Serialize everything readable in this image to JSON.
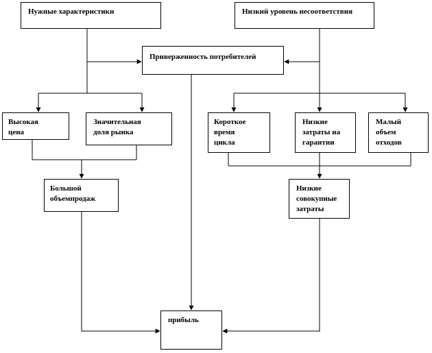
{
  "nodes": {
    "needs": [
      "Нужные характеристики"
    ],
    "defects": [
      "Низкий уровень несоответствия"
    ],
    "loyalty": [
      "Приверженность потребителей"
    ],
    "high_price": [
      "Высокая",
      "цена"
    ],
    "market_share": [
      "Значительная",
      "доля рынка"
    ],
    "short_cycle": [
      "Короткое",
      "время",
      "цикла"
    ],
    "low_warranty": [
      "Низкие",
      "затраты на",
      "гарантии"
    ],
    "low_waste": [
      "Малый",
      "объем",
      "отходов"
    ],
    "sales_volume": [
      "Большой",
      "объемпродаж"
    ],
    "low_total_cost": [
      "Низкие",
      "совокупные",
      "затраты"
    ],
    "profit": [
      "прибыль"
    ]
  },
  "colors": {
    "line": "#000000",
    "box_border": "#000000",
    "background": "#ffffff"
  }
}
